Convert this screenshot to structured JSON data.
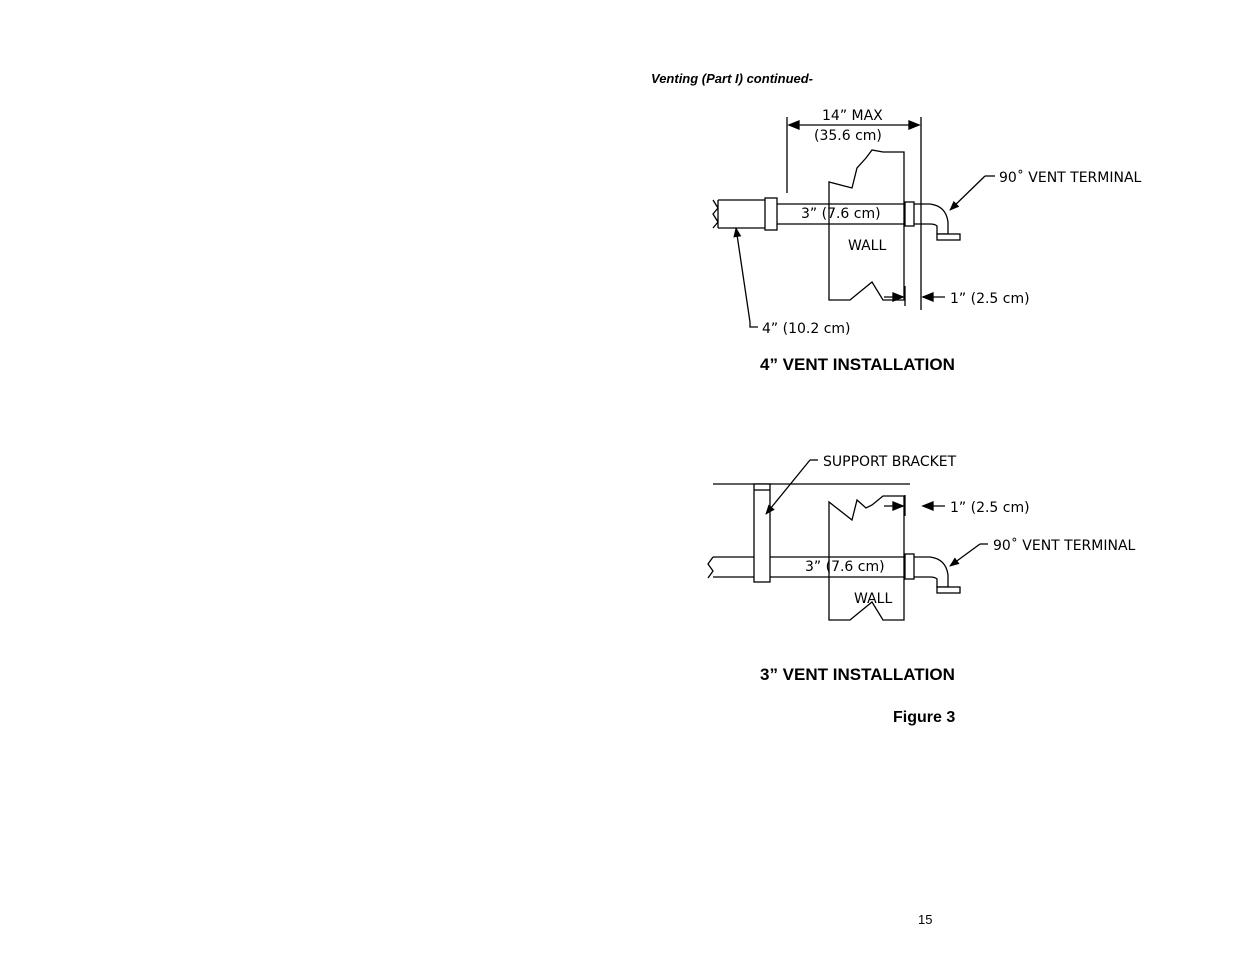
{
  "section_heading": "Venting (Part I) continued-",
  "diagram_4in": {
    "max_label_line1": "14” MAX",
    "max_label_line2": "(35.6 cm)",
    "terminal_label": "90˚ VENT TERMINAL",
    "pipe_label": "3” (7.6 cm)",
    "wall_label": "WALL",
    "clearance_label": "1” (2.5 cm)",
    "large_pipe_label": "4” (10.2 cm)",
    "caption": "4” VENT INSTALLATION"
  },
  "diagram_3in": {
    "bracket_label": "SUPPORT BRACKET",
    "clearance_label": "1” (2.5 cm)",
    "terminal_label": "90˚ VENT TERMINAL",
    "pipe_label": "3” (7.6 cm)",
    "wall_label": "WALL",
    "caption": "3” VENT INSTALLATION"
  },
  "figure_label": "Figure 3",
  "page_number": "15"
}
